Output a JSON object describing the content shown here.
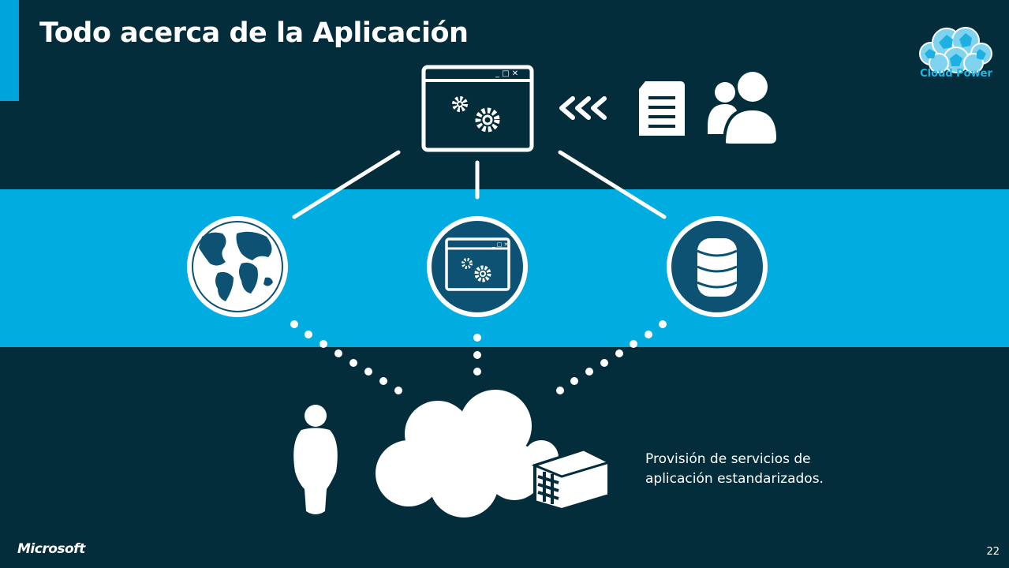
{
  "slide": {
    "title": "Todo acerca de la Aplicación",
    "logo_text": "Cloud Power",
    "caption_line1": "Provisión de servicios de",
    "caption_line2": "aplicación estandarizados.",
    "footer_brand": "Microsoft",
    "page_number": "22"
  },
  "colors": {
    "background": "#032d3b",
    "band": "#00ace0",
    "accent": "#00a4dc",
    "icon": "#ffffff",
    "circle_fill": "#0d5272"
  },
  "icons": [
    "app-window-gears-icon",
    "chevrons-left-icon",
    "document-icon",
    "users-icon",
    "globe-icon",
    "app-window-icon",
    "database-icon",
    "person-icon",
    "cloud-icon",
    "building-icon"
  ]
}
